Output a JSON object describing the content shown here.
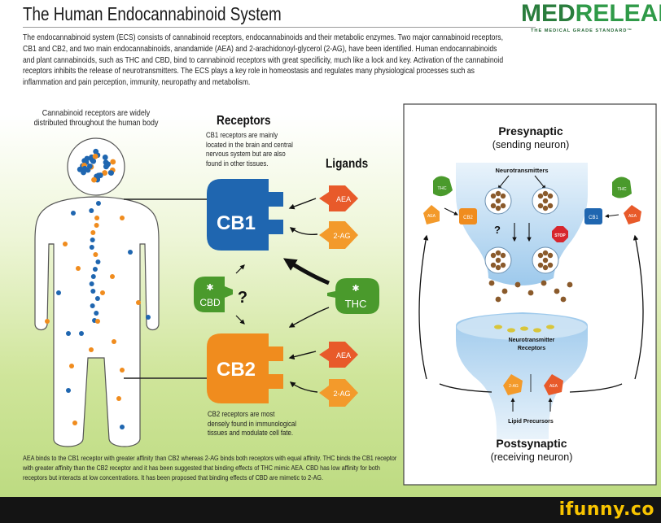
{
  "header": {
    "title": "The Human Endocannabinoid System",
    "brand": "MEDRELEAF",
    "tagline": "THE MEDICAL GRADE STANDARD™",
    "intro": "The endocannabinoid system (ECS) consists of cannabinoid receptors, endocannabinoids and their metabolic enzymes. Two major cannabinoid receptors, CB1 and CB2, and two main endocannabinoids, anandamide (AEA) and 2-arachidonoyl-glycerol (2-AG), have been identified. Human endocannabinoids and plant cannabinoids, such as THC and CBD, bind to cannabinoid receptors with great specificity, much like a lock and key. Activation of the cannabinoid receptors inhibits the release of neurotransmitters. The ECS plays a key role in homeostasis and regulates many physiological processes such as inflammation and pain perception, immunity, neuropathy and metabolism."
  },
  "body": {
    "caption": "Cannabinoid receptors are widely distributed throughout the human body"
  },
  "receptors": {
    "title": "Receptors",
    "cb1_note": "CB1 receptors are mainly located in the brain and central nervous system but are also found in other tissues.",
    "cb1_label": "CB1",
    "cb2_label": "CB2",
    "cb2_note": "CB2 receptors are most densely found in immunological tissues and modulate cell fate."
  },
  "ligands": {
    "title": "Ligands",
    "aea": "AEA",
    "two_ag": "2-AG",
    "thc": "THC",
    "cbd": "CBD",
    "question": "?"
  },
  "synapse": {
    "presynaptic_title": "Presynaptic",
    "presynaptic_sub": "(sending neuron)",
    "neurotransmitters": "Neurotransmitters",
    "nt_receptors_1": "Neurotransmitter",
    "nt_receptors_2": "Receptors",
    "lipid_precursors": "Lipid Precursors",
    "postsynaptic_title": "Postsynaptic",
    "postsynaptic_sub": "(receiving neuron)",
    "stop": "STOP",
    "question": "?",
    "thc": "THC",
    "aea": "AEA",
    "two_ag": "2-AG",
    "cb1": "CB1",
    "cb2": "CB2"
  },
  "footnote": "AEA binds to the CB1 receptor with greater affinity than CB2 whereas 2-AG binds both receptors with equal affinity. THC binds the CB1 receptor with greater affinity than the CB2 receptor and it has been suggested that binding effects of THC mimic AEA. CBD has low affinity for both receptors but interacts at low concentrations. It has been proposed that binding effects of CBD are mimetic to 2-AG.",
  "watermark": "ifunny.co",
  "colors": {
    "cb1_blue": "#1f66b0",
    "cb2_orange": "#f08c1e",
    "ligand_orange": "#f39a2b",
    "ligand_red": "#e85a2a",
    "cannabinoid_green": "#4a9a2c",
    "brand_green": "#2a7d3d",
    "synapse_blue": "#8fc1e8"
  }
}
